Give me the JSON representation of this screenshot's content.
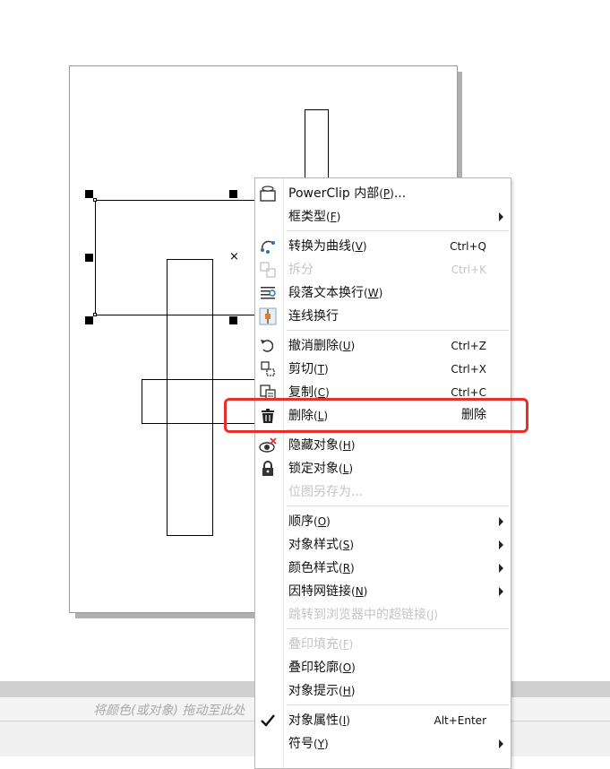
{
  "status_hint": "将颜色(或对象) 拖动至此处",
  "menu": {
    "items": [
      {
        "icon": "powerclip-icon",
        "label": "PowerClip 内部",
        "key": "P",
        "suffix": "...",
        "shortcut": "",
        "submenu": false,
        "disabled": false
      },
      {
        "icon": "",
        "label": "框类型",
        "key": "F",
        "suffix": "",
        "shortcut": "",
        "submenu": true,
        "disabled": false
      },
      {
        "icon": "convert-to-curves-icon",
        "label": "转换为曲线",
        "key": "V",
        "suffix": "",
        "shortcut": "Ctrl+Q",
        "submenu": false,
        "disabled": false
      },
      {
        "icon": "break-apart-icon",
        "label": "拆分",
        "key": "",
        "suffix": "",
        "shortcut": "Ctrl+K",
        "submenu": false,
        "disabled": true
      },
      {
        "icon": "paragraph-wrap-icon",
        "label": "段落文本换行",
        "key": "W",
        "suffix": "",
        "shortcut": "",
        "submenu": false,
        "disabled": false
      },
      {
        "icon": "connector-wrap-icon",
        "label": "连线换行",
        "key": "",
        "suffix": "",
        "shortcut": "",
        "submenu": false,
        "disabled": false
      },
      {
        "icon": "undo-icon",
        "label": "撤消删除",
        "key": "U",
        "suffix": "",
        "shortcut": "Ctrl+Z",
        "submenu": false,
        "disabled": false
      },
      {
        "icon": "cut-icon",
        "label": "剪切",
        "key": "T",
        "suffix": "",
        "shortcut": "Ctrl+X",
        "submenu": false,
        "disabled": false
      },
      {
        "icon": "copy-icon",
        "label": "复制",
        "key": "C",
        "suffix": "",
        "shortcut": "Ctrl+C",
        "submenu": false,
        "disabled": false
      },
      {
        "icon": "trash-icon",
        "label": "删除",
        "key": "L",
        "suffix": "",
        "shortcut": "删除",
        "submenu": false,
        "disabled": false
      },
      {
        "icon": "hide-object-icon",
        "label": "隐藏对象",
        "key": "H",
        "suffix": "",
        "shortcut": "",
        "submenu": false,
        "disabled": false
      },
      {
        "icon": "lock-icon",
        "label": "锁定对象",
        "key": "L",
        "suffix": "",
        "shortcut": "",
        "submenu": false,
        "disabled": false
      },
      {
        "icon": "",
        "label": "位图另存为",
        "key": "",
        "suffix": "...",
        "shortcut": "",
        "submenu": false,
        "disabled": true
      },
      {
        "icon": "",
        "label": "顺序",
        "key": "O",
        "suffix": "",
        "shortcut": "",
        "submenu": true,
        "disabled": false
      },
      {
        "icon": "",
        "label": "对象样式",
        "key": "S",
        "suffix": "",
        "shortcut": "",
        "submenu": true,
        "disabled": false
      },
      {
        "icon": "",
        "label": "颜色样式",
        "key": "R",
        "suffix": "",
        "shortcut": "",
        "submenu": true,
        "disabled": false
      },
      {
        "icon": "",
        "label": "因特网链接",
        "key": "N",
        "suffix": "",
        "shortcut": "",
        "submenu": true,
        "disabled": false
      },
      {
        "icon": "",
        "label": "跳转到浏览器中的超链接",
        "key": "J",
        "suffix": "",
        "shortcut": "",
        "submenu": false,
        "disabled": true
      },
      {
        "icon": "",
        "label": "叠印填充",
        "key": "F",
        "suffix": "",
        "shortcut": "",
        "submenu": false,
        "disabled": true
      },
      {
        "icon": "",
        "label": "叠印轮廓",
        "key": "O",
        "suffix": "",
        "shortcut": "",
        "submenu": false,
        "disabled": false
      },
      {
        "icon": "",
        "label": "对象提示",
        "key": "H",
        "suffix": "",
        "shortcut": "",
        "submenu": false,
        "disabled": false
      },
      {
        "icon": "checkmark-icon",
        "label": "对象属性",
        "key": "I",
        "suffix": "",
        "shortcut": "Alt+Enter",
        "submenu": false,
        "disabled": false
      },
      {
        "icon": "",
        "label": "符号",
        "key": "Y",
        "suffix": "",
        "shortcut": "",
        "submenu": true,
        "disabled": false
      }
    ]
  },
  "colors": {
    "highlight": "#e8302b",
    "disabled_text": "#c4c4c4"
  }
}
